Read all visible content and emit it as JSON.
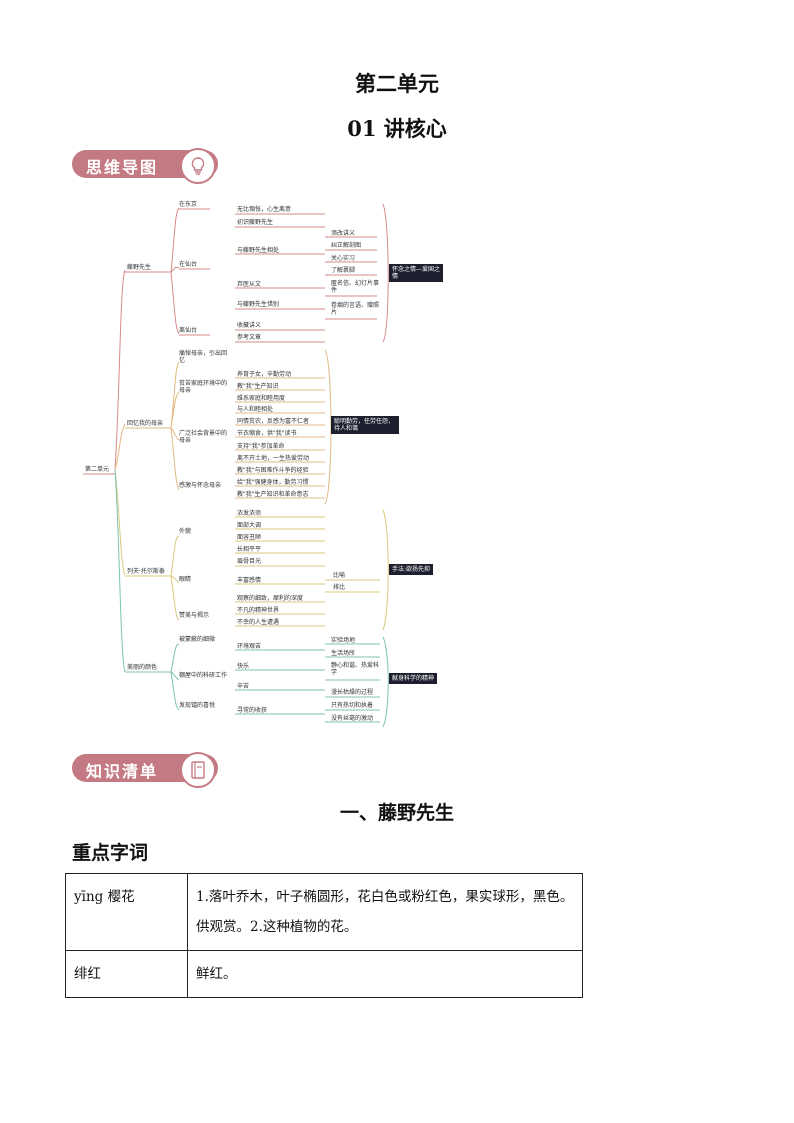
{
  "header": {
    "unit_title": "第二单元",
    "lesson_title": "01 讲核心"
  },
  "banners": {
    "mindmap": "思维导图",
    "knowledge": "知识清单"
  },
  "mindmap": {
    "root": "第二单元",
    "branches": [
      {
        "label": "藤野先生",
        "children": [
          "在东京",
          "在仙台",
          "离仙台"
        ],
        "leaves": [
          "无比惆怅，心生离意",
          "初识藤野先生",
          "与藤野先生相处",
          "弃医从文",
          "与藤野先生惜别",
          "收藏讲义",
          "参考文章"
        ],
        "details": [
          "添改讲义",
          "纠正解剖图",
          "关心实习",
          "了解裹脚",
          "匿名信、幻灯片事件",
          "卷烟的言语、赠照片"
        ],
        "theme": "怀念之情—爱国之情"
      },
      {
        "label": "回忆我的母亲",
        "children": [
          "痛悼母亲，引出回忆",
          "贫苦家庭环境中的母亲",
          "广泛社会背景中的母亲",
          "感激与怀念母亲"
        ],
        "details": [
          "养育子女，辛勤劳动",
          "教\"我\"生产知识",
          "维系家庭和睦用度",
          "与人和睦相处",
          "同情贫农，反感为富不仁者",
          "节衣缩食，供\"我\"读书",
          "支持\"我\"参加革命",
          "离不开土地，一生热爱劳动",
          "教\"我\"与困难作斗争的经验",
          "给\"我\"强健身体，勤劳习惯",
          "教\"我\"生产知识和革命意志"
        ],
        "theme": "聪明勤劳，任劳任怨，待人和蔼"
      },
      {
        "label": "列夫·托尔斯泰",
        "children": [
          "外貌",
          "眼睛",
          "赞美与揭示"
        ],
        "details": [
          "浓发浓须",
          "面部大调",
          "面容丑陋",
          "长相平平",
          "眉骨目光",
          "丰富感情",
          "观察的细致，犀利的深度",
          "不凡的精神世界",
          "不幸的人生遭遇"
        ],
        "methods": [
          "比喻",
          "排比"
        ],
        "theme": "手法:欲扬先抑"
      },
      {
        "label": "美丽的颜色",
        "children": [
          "被蒙蔽的细微",
          "棚屋中的科研工作",
          "发现镭的喜悦"
        ],
        "details": [
          "环境艰苦",
          "快乐",
          "辛苦",
          "寻常的收获"
        ],
        "sub": [
          "实验场地",
          "生活场所",
          "静心和谐、热爱科学",
          "漫长枯燥的过程",
          "只有热切和执着",
          "没有丝毫的激动"
        ],
        "theme": "献身科学的精神"
      }
    ]
  },
  "section_title": "一、藤野先生",
  "key_words_title": "重点字词",
  "vocab": [
    {
      "word": "yīng 樱花",
      "meaning": "1.落叶乔木，叶子椭圆形，花白色或粉红色，果实球形，黑色。供观赏。2.这种植物的花。"
    },
    {
      "word": "绯红",
      "meaning": "鲜红。"
    }
  ],
  "colors": {
    "banner": "#c47a82",
    "branch1": "#d98a8a",
    "branch2": "#e2b982",
    "branch3": "#d9c87a",
    "branch4": "#7cc4b2",
    "dark_box": "#1d1f2e"
  }
}
